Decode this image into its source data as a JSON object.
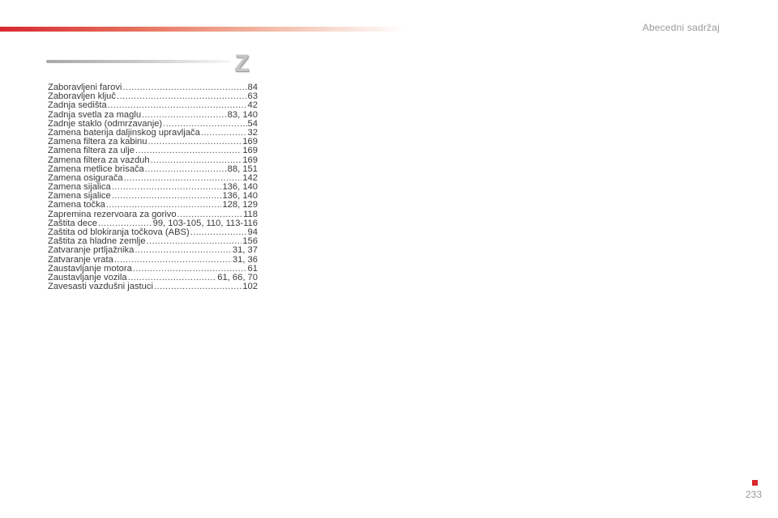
{
  "header": {
    "section_title": "Abecedni sadržaj",
    "accent_color": "#d7282f"
  },
  "letter": "Z",
  "entries": [
    {
      "term": "Zaboravljeni farovi",
      "pages": "84"
    },
    {
      "term": "Zaboravljen ključ",
      "pages": "63"
    },
    {
      "term": "Zadnja sedišta",
      "pages": "42"
    },
    {
      "term": "Zadnja svetla za maglu",
      "pages": "83, 140"
    },
    {
      "term": "Zadnje staklo (odmrzavanje)",
      "pages": "54"
    },
    {
      "term": "Zamena baterija daljinskog upravljača",
      "pages": "32"
    },
    {
      "term": "Zamena filtera za kabinu",
      "pages": "169"
    },
    {
      "term": "Zamena filtera za ulje",
      "pages": "169"
    },
    {
      "term": "Zamena filtera za vazduh",
      "pages": "169"
    },
    {
      "term": "Zamena metlice brisača",
      "pages": "88, 151"
    },
    {
      "term": "Zamena osigurača",
      "pages": "142"
    },
    {
      "term": "Zamena sijalica",
      "pages": "136, 140"
    },
    {
      "term": "Zamena sijalice",
      "pages": "136, 140"
    },
    {
      "term": "Zamena točka",
      "pages": "128, 129"
    },
    {
      "term": "Zapremina rezervoara za gorivo",
      "pages": "118"
    },
    {
      "term": "Zaštita dece",
      "pages": "99, 103-105, 110, 113-116"
    },
    {
      "term": "Zaštita od blokiranja točkova (ABS)",
      "pages": "94"
    },
    {
      "term": "Zaštita za hladne zemlje",
      "pages": "156"
    },
    {
      "term": "Zatvaranje prtljažnika",
      "pages": "31, 37"
    },
    {
      "term": "Zatvaranje vrata",
      "pages": "31, 36"
    },
    {
      "term": "Zaustavljanje motora",
      "pages": "61"
    },
    {
      "term": "Zaustavljanje vozila",
      "pages": "61, 66, 70"
    },
    {
      "term": "Zavesasti vazdušni jastuci",
      "pages": "102"
    }
  ],
  "page_number": "233"
}
